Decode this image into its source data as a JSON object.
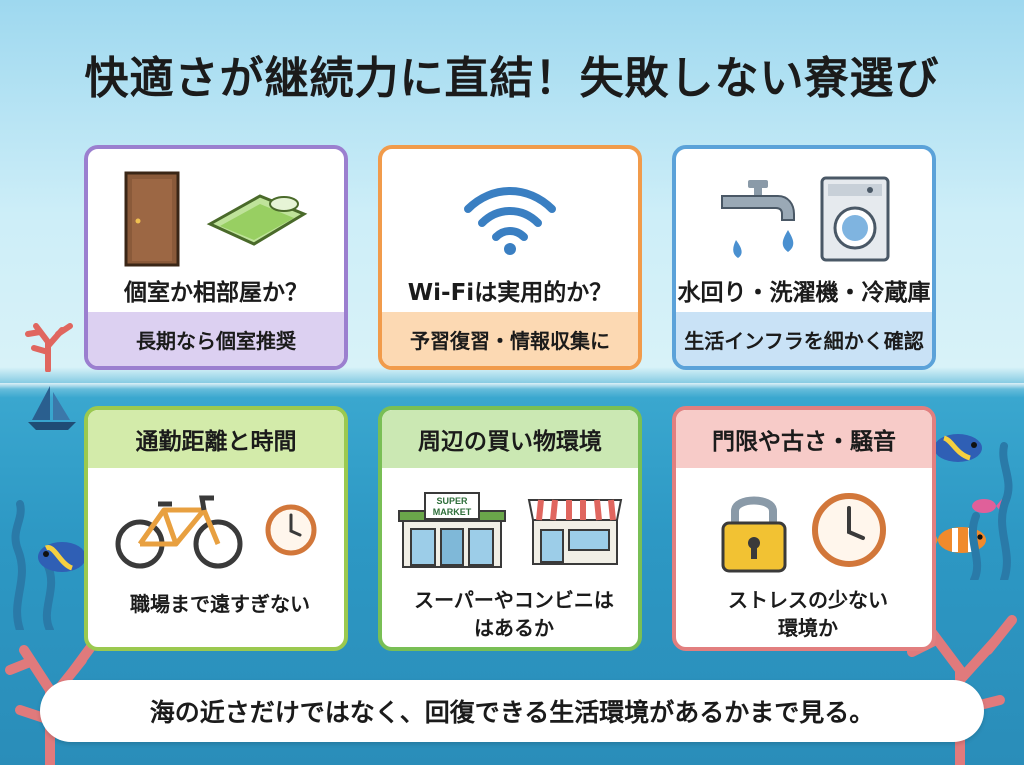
{
  "title": "快適さが継続力に直結！失敗しない寮選び",
  "cards_top": [
    {
      "label": "個室か相部屋か？",
      "band": "長期なら個室推奨",
      "icons": [
        "door-icon",
        "futon-icon"
      ]
    },
    {
      "label": "Wi-Fiは実用的か？",
      "band": "予習復習・情報収集に",
      "icons": [
        "wifi-icon"
      ]
    },
    {
      "label": "水回り・洗濯機・冷蔵庫",
      "band": "生活インフラを細かく確認",
      "icons": [
        "faucet-icon",
        "washing-machine-icon"
      ]
    }
  ],
  "cards_bottom": [
    {
      "head": "通勤距離と時間",
      "sub": "職場まで遠すぎない",
      "icons": [
        "bicycle-icon",
        "clock-icon"
      ]
    },
    {
      "head": "周辺の買い物環境",
      "sub": "スーパーやコンビニは\nはあるか",
      "sub_line1": "スーパーやコンビニは",
      "sub_line2": "はあるか",
      "sign": "SUPER\nMARKET",
      "sign_line1": "SUPER",
      "sign_line2": "MARKET",
      "icons": [
        "supermarket-icon",
        "convenience-store-icon"
      ]
    },
    {
      "head": "門限や古さ・騒音",
      "sub_line1": "ストレスの少ない",
      "sub_line2": "環境か",
      "icons": [
        "padlock-icon",
        "clock-icon"
      ]
    }
  ],
  "footer": "海の近さだけではなく、回復できる生活環境があるかまで見る。",
  "colors": {
    "purple": "#9b7fcf",
    "orange": "#f19b4b",
    "blue": "#5ba2d9",
    "lime": "#9bc94f",
    "green": "#79bf55",
    "red": "#e27f7f"
  }
}
